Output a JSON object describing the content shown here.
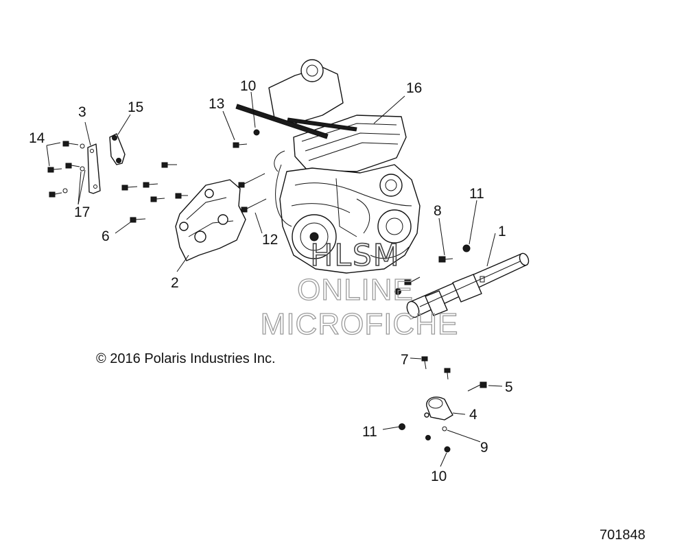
{
  "diagram": {
    "copyright": "© 2016 Polaris Industries Inc.",
    "figure_number": "701848",
    "watermark": [
      "HLSM",
      "ONLINE",
      "MICROFICHE"
    ],
    "callouts": {
      "c1": "1",
      "c2": "2",
      "c3": "3",
      "c4": "4",
      "c5": "5",
      "c6": "6",
      "c7": "7",
      "c8": "8",
      "c9": "9",
      "c10a": "10",
      "c10b": "10",
      "c11a": "11",
      "c11b": "11",
      "c12": "12",
      "c13": "13",
      "c14": "14",
      "c15": "15",
      "c16": "16",
      "c17": "17"
    }
  }
}
